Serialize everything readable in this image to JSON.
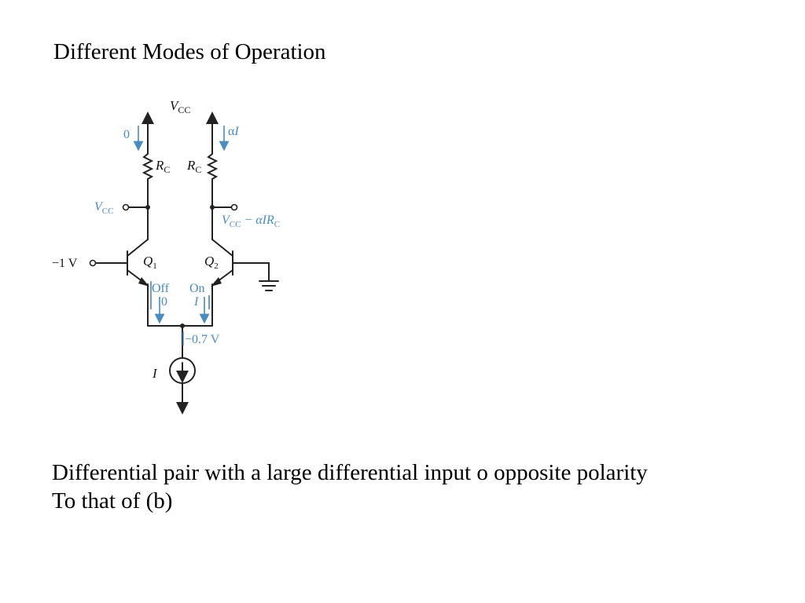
{
  "slide": {
    "title": "Different Modes of Operation",
    "caption_line1": "Differential pair with a large differential input o opposite polarity",
    "caption_line2": "To that of (b)"
  },
  "circuit": {
    "vcc_label": "V",
    "vcc_sub": "CC",
    "rc_label": "R",
    "rc_sub": "C",
    "left_current": "0",
    "right_current_alpha": "α",
    "right_current_i": "I",
    "left_output_v": "V",
    "left_output_sub": "CC",
    "right_output_v": "V",
    "right_output_sub": "CC",
    "right_output_minus": " − α",
    "right_output_ir": "IR",
    "right_output_ir_sub": "C",
    "input_voltage": "−1  V",
    "q1_label": "Q",
    "q1_sub": "1",
    "q2_label": "Q",
    "q2_sub": "2",
    "q1_state": "Off",
    "q1_current": "0",
    "q2_state": "On",
    "q2_current": "I",
    "emitter_voltage": "−0.7 V",
    "source_label": "I"
  },
  "colors": {
    "annotation": "#4a8bc0",
    "wire": "#222222"
  }
}
